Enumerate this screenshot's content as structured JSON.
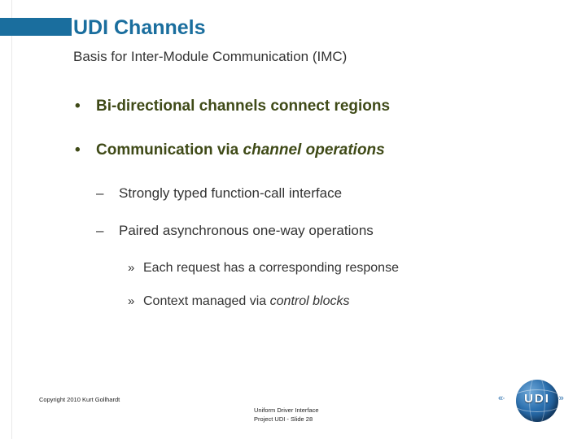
{
  "slide": {
    "title": "UDI Channels",
    "subtitle": "Basis for Inter-Module Communication (IMC)",
    "accent_color": "#1a6e9e",
    "bullet_color": "#3f4a17",
    "bullets": [
      {
        "level": 1,
        "marker": "•",
        "text_plain": "Bi-directional channels connect regions",
        "text_parts": [
          {
            "text": "Bi-directional channels connect regions",
            "italic": false
          }
        ]
      },
      {
        "level": 1,
        "marker": "•",
        "text_plain": "Communication via channel operations",
        "text_parts": [
          {
            "text": "Communication via ",
            "italic": false
          },
          {
            "text": "channel operations",
            "italic": true
          }
        ]
      },
      {
        "level": 2,
        "marker": "–",
        "text_plain": "Strongly typed function-call interface",
        "text_parts": [
          {
            "text": "Strongly typed function-call interface",
            "italic": false
          }
        ]
      },
      {
        "level": 2,
        "marker": "–",
        "text_plain": "Paired asynchronous one-way operations",
        "text_parts": [
          {
            "text": "Paired asynchronous one-way operations",
            "italic": false
          }
        ]
      },
      {
        "level": 3,
        "marker": "»",
        "text_plain": "Each request has a corresponding response",
        "text_parts": [
          {
            "text": "Each request has a corresponding response",
            "italic": false
          }
        ]
      },
      {
        "level": 3,
        "marker": "»",
        "text_plain": "Context managed via control blocks",
        "text_parts": [
          {
            "text": "Context managed via ",
            "italic": false
          },
          {
            "text": "control blocks",
            "italic": true
          }
        ]
      }
    ]
  },
  "footer": {
    "copyright": "Copyright 2010 Kurt Gollhardt",
    "line1": "Uniform Driver Interface",
    "line2": "Project UDI - Slide 28"
  },
  "logo": {
    "text": "UDI",
    "name": "udi-globe-logo"
  }
}
